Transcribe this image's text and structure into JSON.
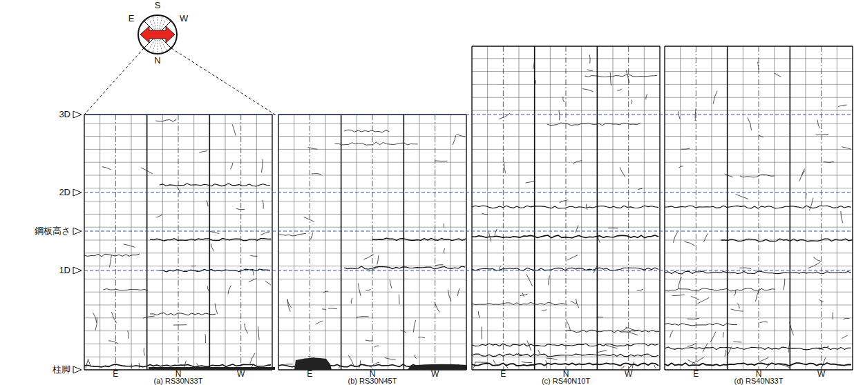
{
  "diagram": {
    "labels": [
      "S",
      "E",
      "W",
      "N",
      "3D",
      "2D",
      "鋼板高さ",
      "1D",
      "柱脚",
      "E",
      "N",
      "W",
      "(a) RS30N33T",
      "E",
      "N",
      "W",
      "(b) RS30N45T",
      "E",
      "N",
      "W",
      "(c) RS40N10T",
      "E",
      "N",
      "W",
      "(d) RS40N33T"
    ]
  }
}
